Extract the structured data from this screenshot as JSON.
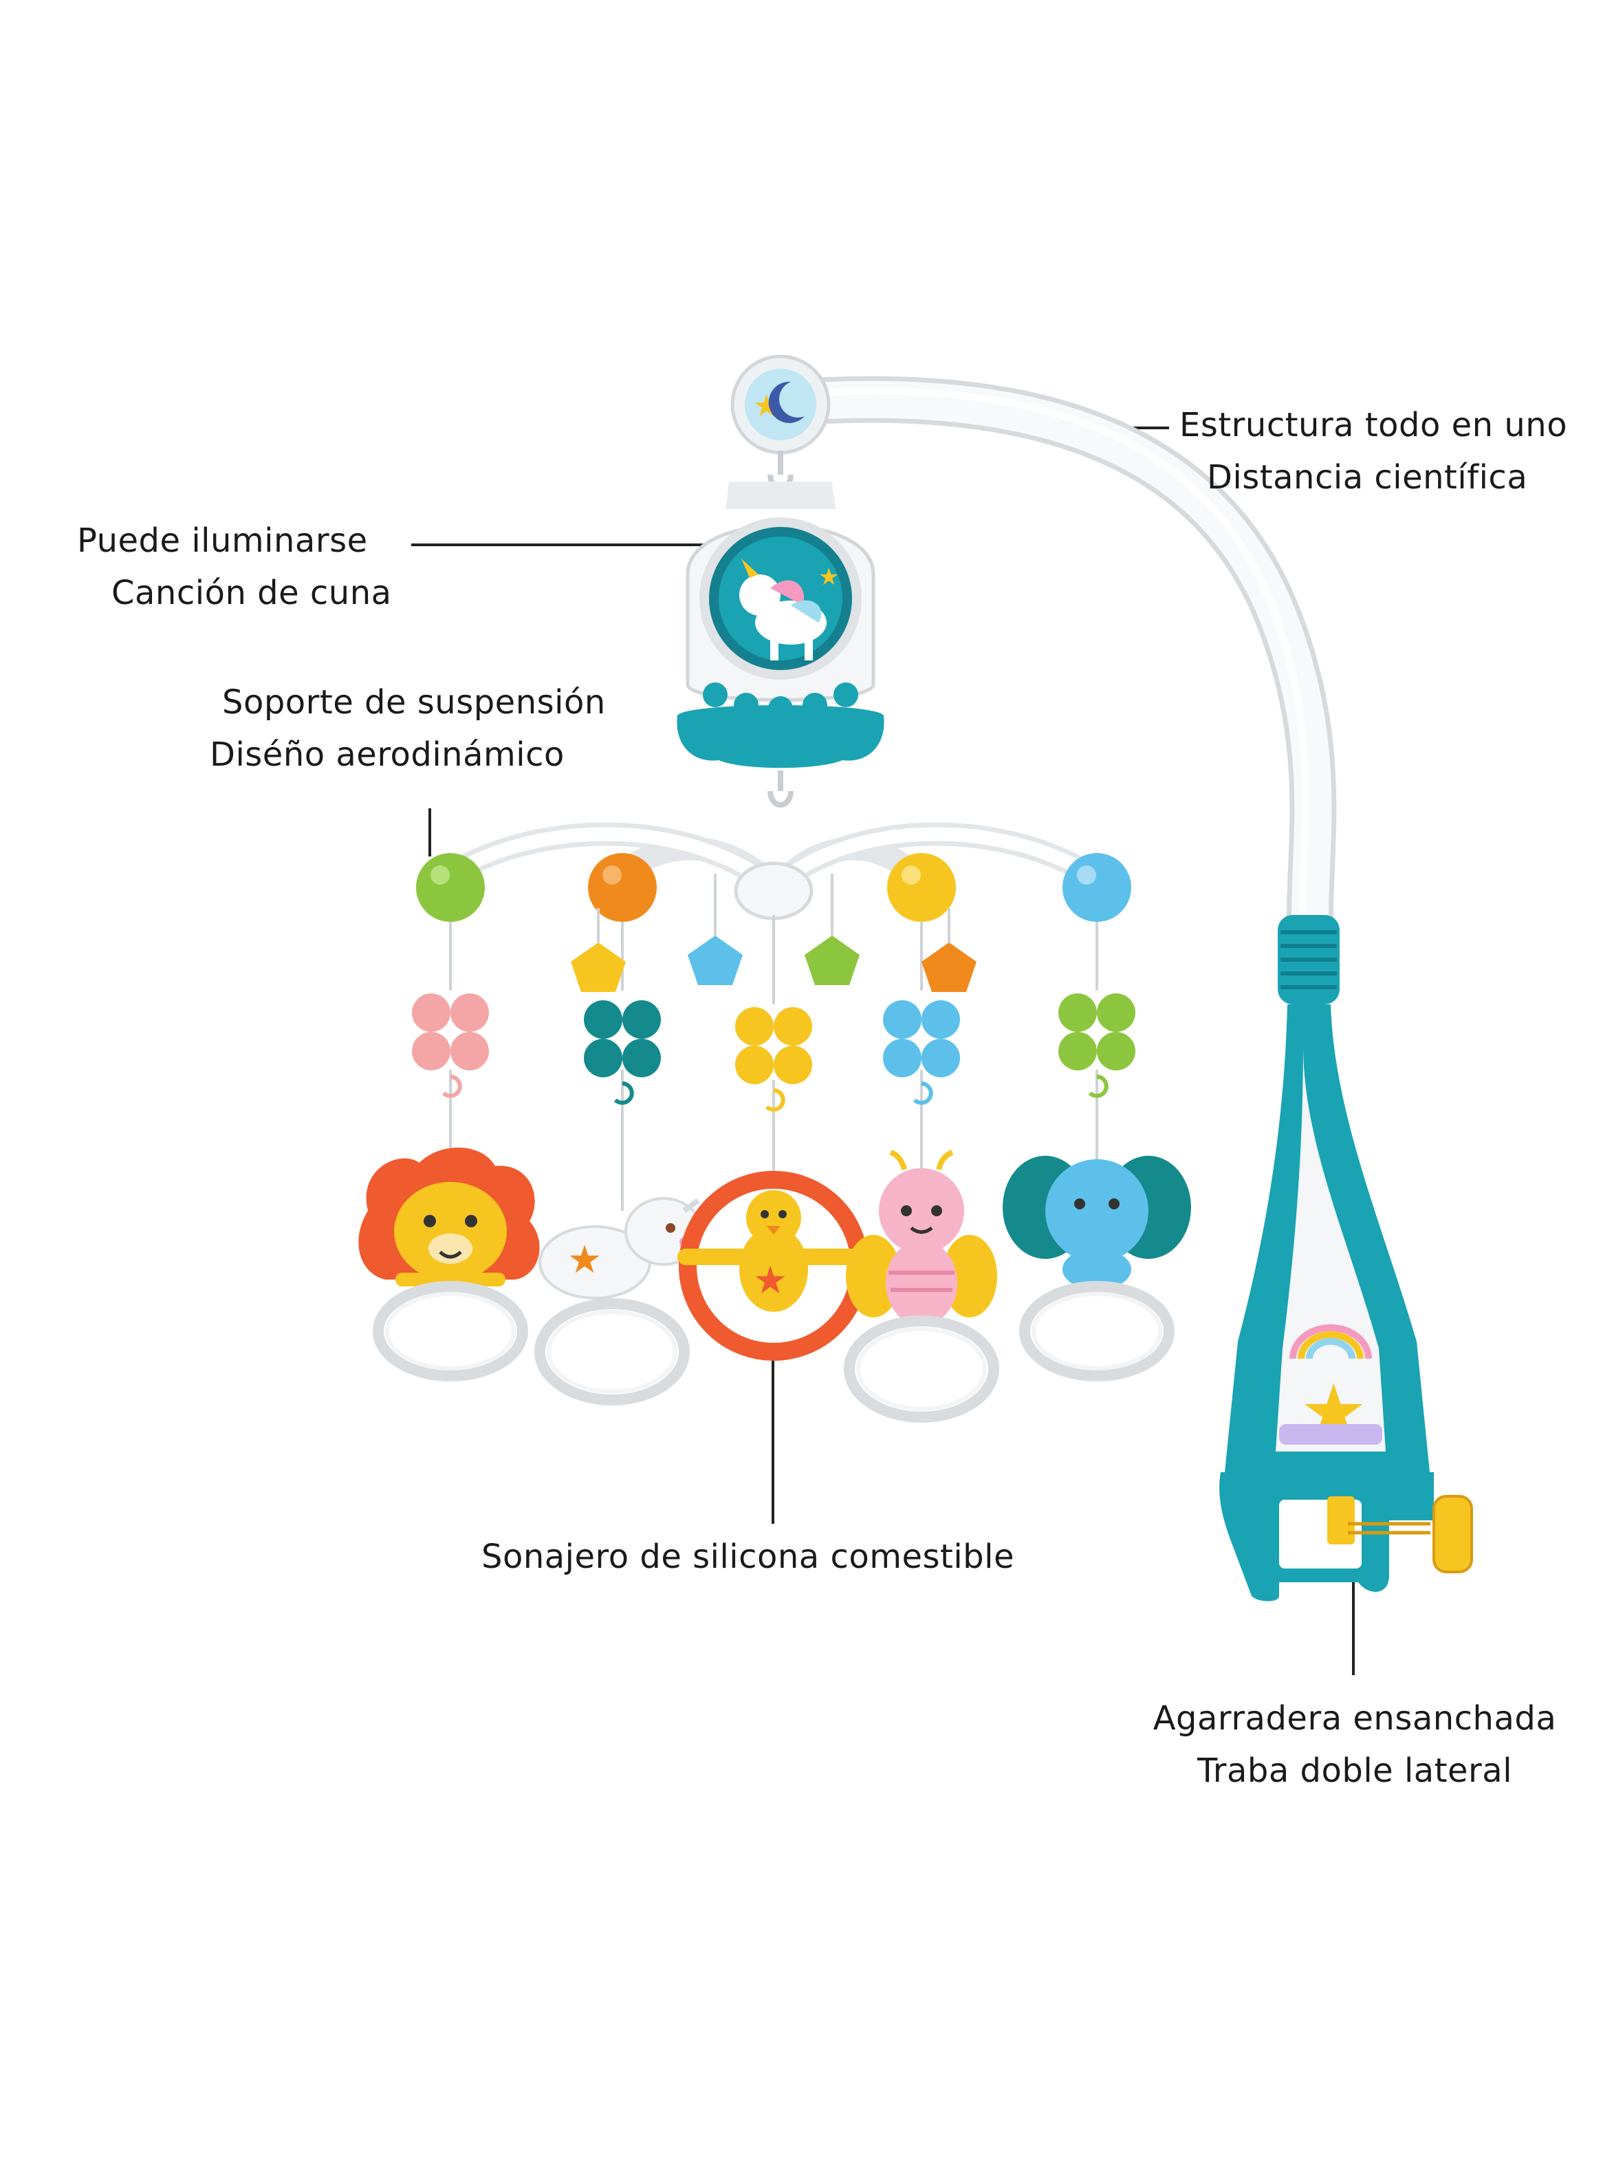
{
  "callouts": {
    "structure": {
      "line1": "Estructura todo en uno",
      "line2": "Distancia científica"
    },
    "light": {
      "line1": "Puede iluminarse",
      "line2": "Canción de cuna"
    },
    "support": {
      "line1": "Soporte de suspensión",
      "line2": "Diséño aerodinámico"
    },
    "rattle": {
      "line1": "Sonajero de silicona comestible"
    },
    "clamp": {
      "line1": "Agarradera ensanchada",
      "line2": "Traba doble lateral"
    }
  },
  "colors": {
    "teal": "#1aa3b3",
    "teal_dark": "#0f7f90",
    "orange": "#f08a1c",
    "red_orange": "#ef5a2e",
    "yellow": "#f7c520",
    "green": "#8cc63f",
    "blue": "#5cc0ea",
    "pink": "#f4a6a6",
    "white": "#f4f6f7"
  },
  "icons": [
    "music-box-unicorn-icon",
    "lion-toy-icon",
    "sheep-toy-icon",
    "chick-toy-icon",
    "bee-toy-icon",
    "elephant-toy-icon",
    "flower-charm-icon",
    "pentagon-charm-icon",
    "crib-clamp-icon"
  ]
}
